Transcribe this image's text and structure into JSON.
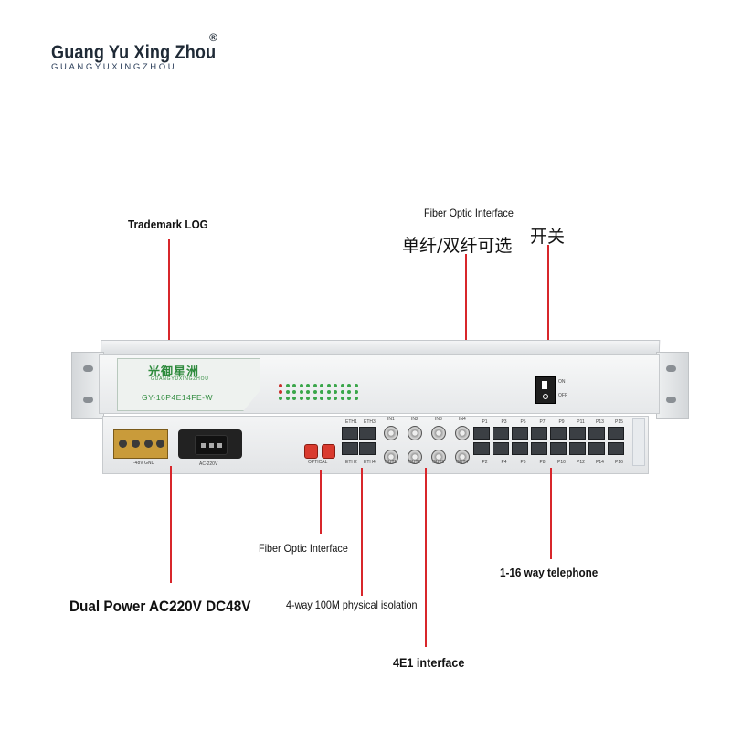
{
  "brand": {
    "name": "Guang Yu Xing Zhou",
    "registered_mark": "®",
    "subtitle": "GUANGYUXINGZHOU"
  },
  "device": {
    "logo_cn": "光御星洲",
    "logo_en": "GUANGYUXINGZHOU",
    "model": "GY-16P4E14FE-W",
    "switch_on": "ON",
    "switch_off": "OFF",
    "dc_label": "-48V GND",
    "ac_label": "AC-220V",
    "optical_label": "OPTICAL",
    "eth_top": [
      "ETH1",
      "ETH3"
    ],
    "eth_bottom": [
      "ETH2",
      "ETH4"
    ],
    "e1_in": [
      "IN1",
      "IN2",
      "IN3",
      "IN4"
    ],
    "e1_out": [
      "OUT1",
      "OUT2",
      "OUT3",
      "OUT4"
    ],
    "phone_top": [
      "P1",
      "P3",
      "P5",
      "P7",
      "P9",
      "P11",
      "P13",
      "P15"
    ],
    "phone_bottom": [
      "P2",
      "P4",
      "P6",
      "P8",
      "P10",
      "P12",
      "P14",
      "P16"
    ]
  },
  "callouts": {
    "fiber_optic_top": "Fiber Optic Interface",
    "fiber_mode_cn": "单纤/双纤可选",
    "switch_cn": "开关",
    "trademark": "Trademark LOG",
    "fiber_optic_bottom": "Fiber Optic Interface",
    "telephone": "1-16 way telephone",
    "power": "Dual Power AC220V DC48V",
    "ethernet": "4-way 100M physical isolation",
    "e1": "4E1 interface"
  },
  "colors": {
    "callout_line": "#d8262b",
    "brand_green": "#2e8b3d",
    "fiber_port": "#d93a2e"
  }
}
